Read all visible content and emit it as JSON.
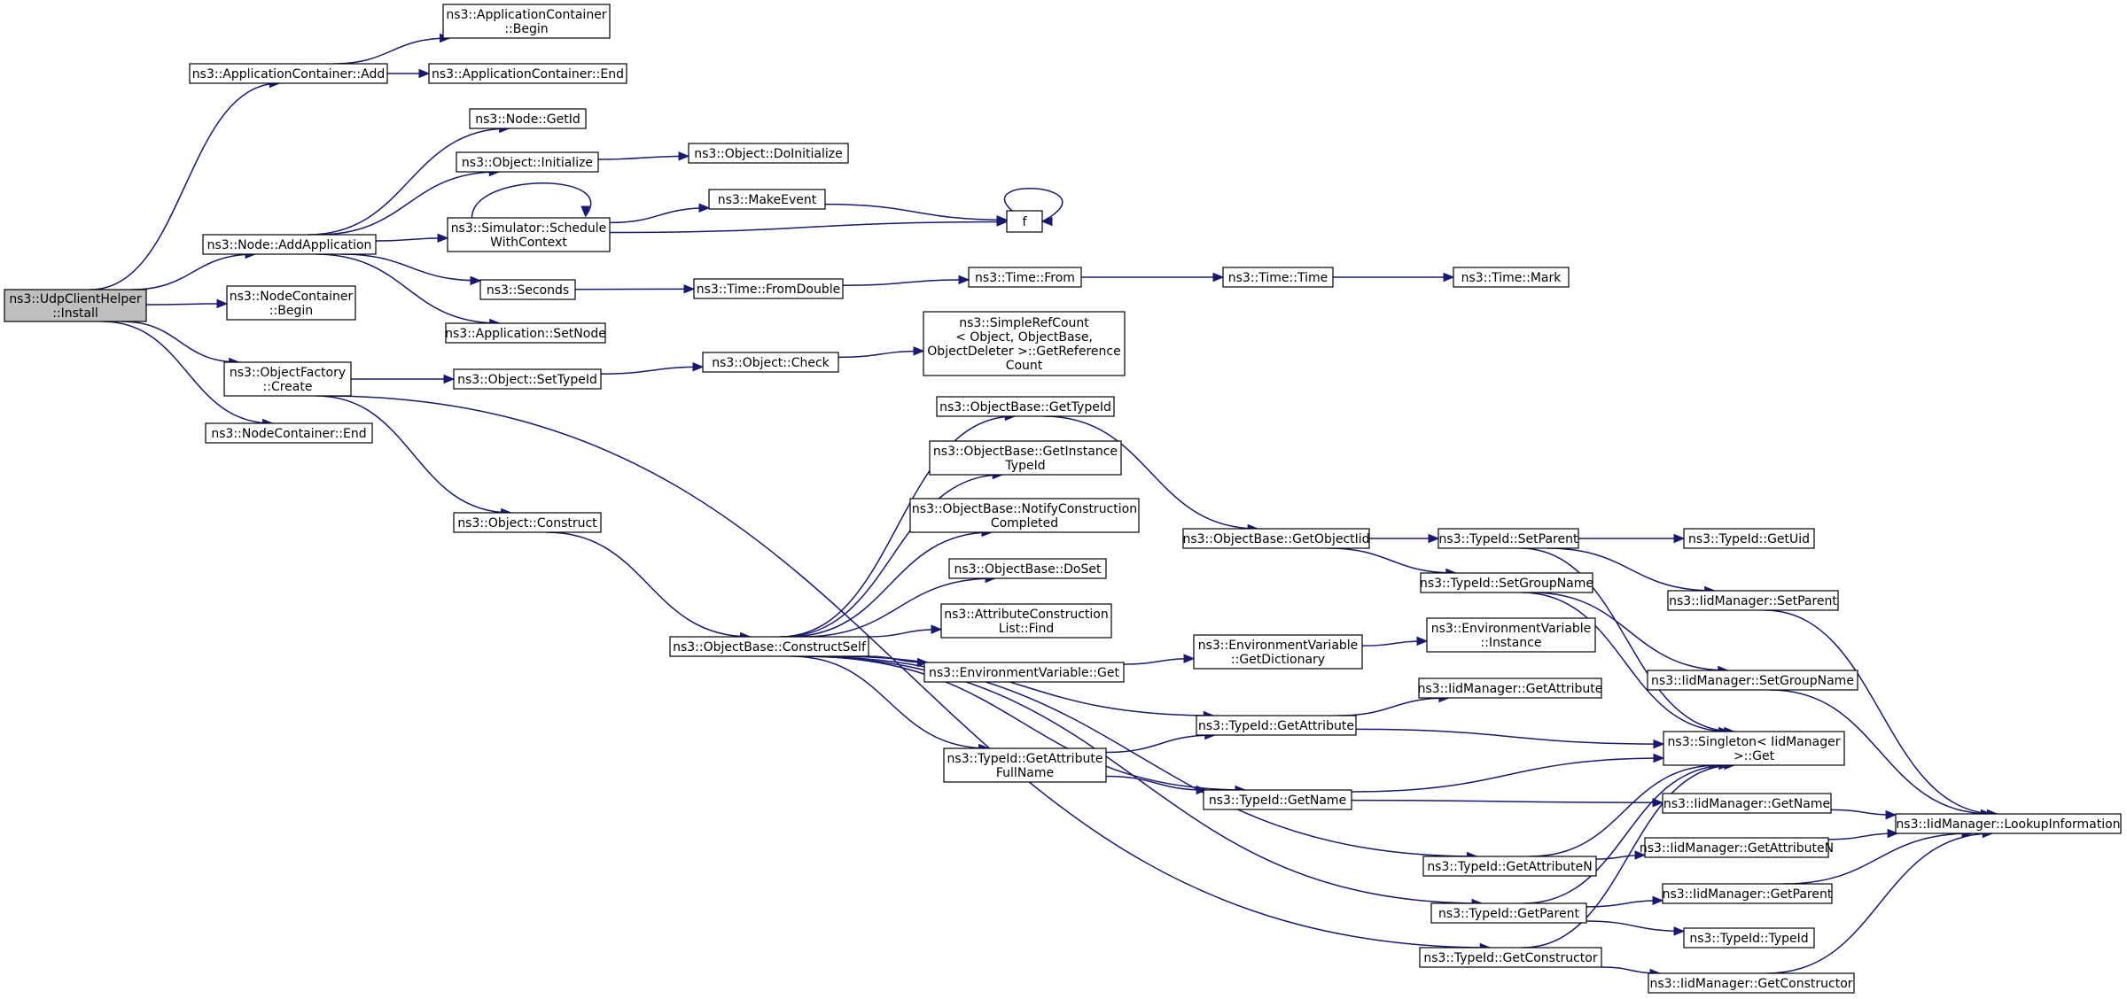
{
  "colors": {
    "edge": "#191970",
    "root_fill": "#bfbfbf",
    "node_fill": "#ffffff",
    "node_border": "#000000"
  },
  "nodes": [
    {
      "id": "install",
      "lines": [
        "ns3::UdpClientHelper",
        "::Install"
      ],
      "root": true
    },
    {
      "id": "appadd",
      "lines": [
        "ns3::ApplicationContainer::Add"
      ]
    },
    {
      "id": "appbegin",
      "lines": [
        "ns3::ApplicationContainer",
        "::Begin"
      ]
    },
    {
      "id": "append",
      "lines": [
        "ns3::ApplicationContainer::End"
      ]
    },
    {
      "id": "getid",
      "lines": [
        "ns3::Node::GetId"
      ]
    },
    {
      "id": "objinit",
      "lines": [
        "ns3::Object::Initialize"
      ]
    },
    {
      "id": "doinit",
      "lines": [
        "ns3::Object::DoInitialize"
      ]
    },
    {
      "id": "makeevent",
      "lines": [
        "ns3::MakeEvent"
      ]
    },
    {
      "id": "f",
      "lines": [
        "f"
      ]
    },
    {
      "id": "schedctx",
      "lines": [
        "ns3::Simulator::Schedule",
        "WithContext"
      ]
    },
    {
      "id": "addapp",
      "lines": [
        "ns3::Node::AddApplication"
      ]
    },
    {
      "id": "seconds",
      "lines": [
        "ns3::Seconds"
      ]
    },
    {
      "id": "fromdouble",
      "lines": [
        "ns3::Time::FromDouble"
      ]
    },
    {
      "id": "timefrom",
      "lines": [
        "ns3::Time::From"
      ]
    },
    {
      "id": "timetime",
      "lines": [
        "ns3::Time::Time"
      ]
    },
    {
      "id": "timemark",
      "lines": [
        "ns3::Time::Mark"
      ]
    },
    {
      "id": "ncbegin",
      "lines": [
        "ns3::NodeContainer",
        "::Begin"
      ]
    },
    {
      "id": "setnode",
      "lines": [
        "ns3::Application::SetNode"
      ]
    },
    {
      "id": "simplerefcount",
      "lines": [
        "ns3::SimpleRefCount",
        "< Object, ObjectBase,",
        "ObjectDeleter >::GetReference",
        "Count"
      ]
    },
    {
      "id": "ofcreate",
      "lines": [
        "ns3::ObjectFactory",
        "::Create"
      ]
    },
    {
      "id": "settypeid",
      "lines": [
        "ns3::Object::SetTypeId"
      ]
    },
    {
      "id": "objcheck",
      "lines": [
        "ns3::Object::Check"
      ]
    },
    {
      "id": "ncend",
      "lines": [
        "ns3::NodeContainer::End"
      ]
    },
    {
      "id": "obgettypeid",
      "lines": [
        "ns3::ObjectBase::GetTypeId"
      ]
    },
    {
      "id": "obgetinst",
      "lines": [
        "ns3::ObjectBase::GetInstance",
        "TypeId"
      ]
    },
    {
      "id": "obnotify",
      "lines": [
        "ns3::ObjectBase::NotifyConstruction",
        "Completed"
      ]
    },
    {
      "id": "objconstruct",
      "lines": [
        "ns3::Object::Construct"
      ]
    },
    {
      "id": "obgetobjiid",
      "lines": [
        "ns3::ObjectBase::GetObjectIid"
      ]
    },
    {
      "id": "tidsetparent",
      "lines": [
        "ns3::TypeId::SetParent"
      ]
    },
    {
      "id": "tidgetuid",
      "lines": [
        "ns3::TypeId::GetUid"
      ]
    },
    {
      "id": "obdoset",
      "lines": [
        "ns3::ObjectBase::DoSet"
      ]
    },
    {
      "id": "tidsetgroup",
      "lines": [
        "ns3::TypeId::SetGroupName"
      ]
    },
    {
      "id": "iidsetparent",
      "lines": [
        "ns3::IidManager::SetParent"
      ]
    },
    {
      "id": "acfind",
      "lines": [
        "ns3::AttributeConstruction",
        "List::Find"
      ]
    },
    {
      "id": "envinst",
      "lines": [
        "ns3::EnvironmentVariable",
        "::Instance"
      ]
    },
    {
      "id": "obconstructself",
      "lines": [
        "ns3::ObjectBase::ConstructSelf"
      ]
    },
    {
      "id": "envgetdict",
      "lines": [
        "ns3::EnvironmentVariable",
        "::GetDictionary"
      ]
    },
    {
      "id": "envget",
      "lines": [
        "ns3::EnvironmentVariable::Get"
      ]
    },
    {
      "id": "iidsetgroup",
      "lines": [
        "ns3::IidManager::SetGroupName"
      ]
    },
    {
      "id": "iidgetattr",
      "lines": [
        "ns3::IidManager::GetAttribute"
      ]
    },
    {
      "id": "tidgetattr",
      "lines": [
        "ns3::TypeId::GetAttribute"
      ]
    },
    {
      "id": "singletonget",
      "lines": [
        "ns3::Singleton< IidManager",
        ">::Get"
      ]
    },
    {
      "id": "tidgetattrfull",
      "lines": [
        "ns3::TypeId::GetAttribute",
        "FullName"
      ]
    },
    {
      "id": "tidgetname",
      "lines": [
        "ns3::TypeId::GetName"
      ]
    },
    {
      "id": "iidgetname",
      "lines": [
        "ns3::IidManager::GetName"
      ]
    },
    {
      "id": "iidlookup",
      "lines": [
        "ns3::IidManager::LookupInformation"
      ]
    },
    {
      "id": "tidgetattrn",
      "lines": [
        "ns3::TypeId::GetAttributeN"
      ]
    },
    {
      "id": "iidgetattrn",
      "lines": [
        "ns3::IidManager::GetAttributeN"
      ]
    },
    {
      "id": "tidgetparent",
      "lines": [
        "ns3::TypeId::GetParent"
      ]
    },
    {
      "id": "iidgetparent",
      "lines": [
        "ns3::IidManager::GetParent"
      ]
    },
    {
      "id": "tidtypeid",
      "lines": [
        "ns3::TypeId::TypeId"
      ]
    },
    {
      "id": "tidgetctor",
      "lines": [
        "ns3::TypeId::GetConstructor"
      ]
    },
    {
      "id": "iidgetctor",
      "lines": [
        "ns3::IidManager::GetConstructor"
      ]
    }
  ],
  "edges": [
    [
      "install",
      "appadd"
    ],
    [
      "install",
      "addapp"
    ],
    [
      "install",
      "ncbegin"
    ],
    [
      "install",
      "ofcreate"
    ],
    [
      "install",
      "ncend"
    ],
    [
      "appadd",
      "appbegin"
    ],
    [
      "appadd",
      "append"
    ],
    [
      "addapp",
      "getid"
    ],
    [
      "addapp",
      "objinit"
    ],
    [
      "addapp",
      "schedctx"
    ],
    [
      "addapp",
      "seconds"
    ],
    [
      "addapp",
      "setnode"
    ],
    [
      "objinit",
      "doinit"
    ],
    [
      "schedctx",
      "schedctx"
    ],
    [
      "schedctx",
      "makeevent"
    ],
    [
      "schedctx",
      "f"
    ],
    [
      "makeevent",
      "f"
    ],
    [
      "f",
      "f"
    ],
    [
      "seconds",
      "fromdouble"
    ],
    [
      "fromdouble",
      "timefrom"
    ],
    [
      "timefrom",
      "timetime"
    ],
    [
      "timetime",
      "timemark"
    ],
    [
      "ofcreate",
      "settypeid"
    ],
    [
      "ofcreate",
      "objconstruct"
    ],
    [
      "ofcreate",
      "tidgetctor"
    ],
    [
      "settypeid",
      "objcheck"
    ],
    [
      "objcheck",
      "simplerefcount"
    ],
    [
      "objconstruct",
      "obconstructself"
    ],
    [
      "obconstructself",
      "obgettypeid"
    ],
    [
      "obconstructself",
      "obgetinst"
    ],
    [
      "obconstructself",
      "obnotify"
    ],
    [
      "obconstructself",
      "obdoset"
    ],
    [
      "obconstructself",
      "acfind"
    ],
    [
      "obconstructself",
      "envget"
    ],
    [
      "obconstructself",
      "tidgetattr"
    ],
    [
      "obconstructself",
      "tidgetattrfull"
    ],
    [
      "obconstructself",
      "tidgetname"
    ],
    [
      "obconstructself",
      "tidgetattrn"
    ],
    [
      "obconstructself",
      "tidgetparent"
    ],
    [
      "obgettypeid",
      "obgetobjiid"
    ],
    [
      "obgetobjiid",
      "tidsetparent"
    ],
    [
      "obgetobjiid",
      "tidsetgroup"
    ],
    [
      "tidsetparent",
      "tidgetuid"
    ],
    [
      "tidsetparent",
      "iidsetparent"
    ],
    [
      "tidsetparent",
      "singletonget"
    ],
    [
      "tidsetgroup",
      "iidsetgroup"
    ],
    [
      "tidsetgroup",
      "singletonget"
    ],
    [
      "iidsetparent",
      "iidlookup"
    ],
    [
      "iidsetgroup",
      "iidlookup"
    ],
    [
      "envget",
      "envgetdict"
    ],
    [
      "envgetdict",
      "envinst"
    ],
    [
      "tidgetattr",
      "iidgetattr"
    ],
    [
      "tidgetattr",
      "singletonget"
    ],
    [
      "tidgetattrfull",
      "tidgetattr"
    ],
    [
      "tidgetattrfull",
      "tidgetname"
    ],
    [
      "tidgetname",
      "singletonget"
    ],
    [
      "tidgetname",
      "iidgetname"
    ],
    [
      "iidgetname",
      "iidlookup"
    ],
    [
      "tidgetattrn",
      "singletonget"
    ],
    [
      "tidgetattrn",
      "iidgetattrn"
    ],
    [
      "iidgetattrn",
      "iidlookup"
    ],
    [
      "tidgetparent",
      "singletonget"
    ],
    [
      "tidgetparent",
      "iidgetparent"
    ],
    [
      "tidgetparent",
      "tidtypeid"
    ],
    [
      "iidgetparent",
      "iidlookup"
    ],
    [
      "tidgetctor",
      "singletonget"
    ],
    [
      "tidgetctor",
      "iidgetctor"
    ],
    [
      "iidgetctor",
      "iidlookup"
    ]
  ]
}
